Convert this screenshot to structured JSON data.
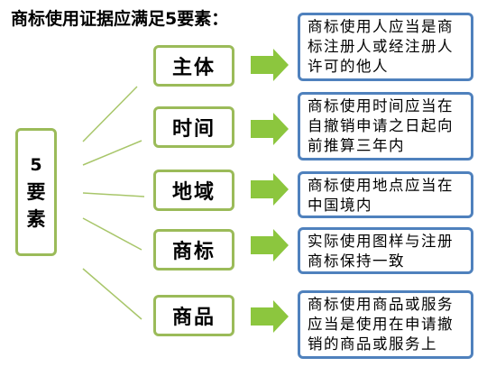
{
  "title": "商标使用证据应满足5要素：",
  "root": {
    "number": "5",
    "line1": "要",
    "line2": "素"
  },
  "colors": {
    "node_border": "#9bbb59",
    "desc_border": "#4f81bd",
    "arrow": "#8cc63e",
    "connector": "#a8c66a"
  },
  "items": [
    {
      "label": "主体",
      "description": "商标使用人应当是商标注册人或经注册人许可的他人"
    },
    {
      "label": "时间",
      "description": "商标使用时间应当在自撤销申请之日起向前推算三年内"
    },
    {
      "label": "地域",
      "description": "商标使用地点应当在中国境内"
    },
    {
      "label": "商标",
      "description": "实际使用图样与注册商标保持一致"
    },
    {
      "label": "商品",
      "description": "商标使用商品或服务应当是使用在申请撤销的商品或服务上"
    }
  ]
}
